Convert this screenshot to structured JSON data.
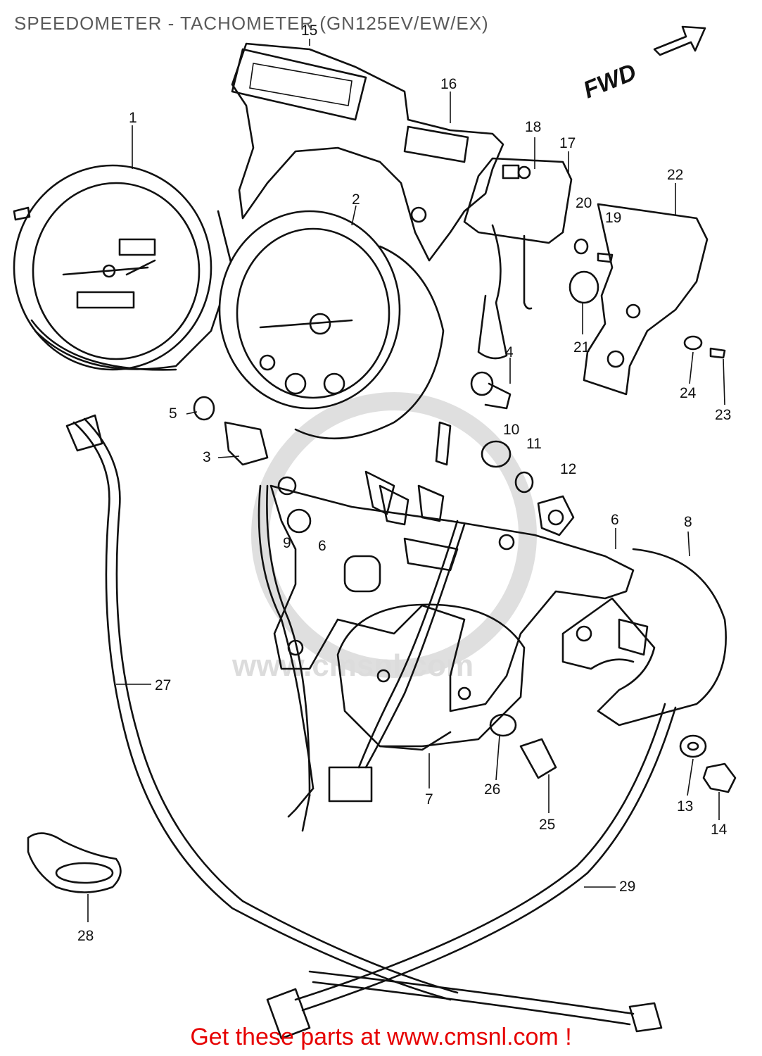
{
  "title": "SPEEDOMETER - TACHOMETER (GN125EV/EW/EX)",
  "direction_label": "FWD",
  "watermark_text": "www.cmsnl.com",
  "footer_link_text": "Get these parts at www.cmsnl.com !",
  "colors": {
    "footer": "#e60000",
    "title": "#5a5a5a",
    "lines": "#111111",
    "watermark": "#d9d9d9"
  },
  "callouts": {
    "c1": "1",
    "c2": "2",
    "c3": "3",
    "c4": "4",
    "c5": "5",
    "c6a": "6",
    "c6b": "6",
    "c7": "7",
    "c8": "8",
    "c9": "9",
    "c10": "10",
    "c11": "11",
    "c12": "12",
    "c13": "13",
    "c14": "14",
    "c15": "15",
    "c16": "16",
    "c17": "17",
    "c18": "18",
    "c19": "19",
    "c20": "20",
    "c21": "21",
    "c22": "22",
    "c23": "23",
    "c24": "24",
    "c25": "25",
    "c26": "26",
    "c27": "27",
    "c28": "28",
    "c29": "29"
  }
}
